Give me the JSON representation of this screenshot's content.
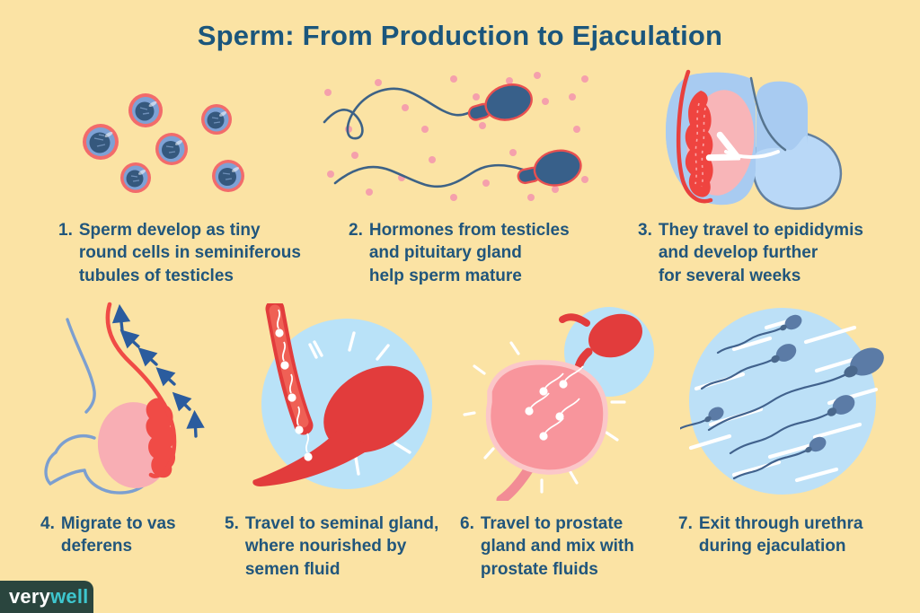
{
  "page": {
    "title": "Sperm: From Production to Ejaculation",
    "background_color": "#FBE3A4",
    "heading_color": "#1B567C"
  },
  "steps": [
    {
      "number": "1.",
      "text": "Sperm develop as tiny\nround cells in seminiferous\ntubules of testicles",
      "illustration": "round-cells-in-seminiferous-tubules"
    },
    {
      "number": "2.",
      "text": "Hormones from testicles\nand pituitary gland\nhelp sperm mature",
      "illustration": "sperm-with-hormone-dots"
    },
    {
      "number": "3.",
      "text": "They travel to epididymis\nand develop further\nfor several weeks",
      "illustration": "testicle-with-epididymis"
    },
    {
      "number": "4.",
      "text": "Migrate to vas\ndeferens",
      "illustration": "vas-deferens-migration"
    },
    {
      "number": "5.",
      "text": "Travel to seminal gland,\nwhere nourished by\nsemen fluid",
      "illustration": "seminal-gland"
    },
    {
      "number": "6.",
      "text": "Travel to prostate\ngland and mix with\nprostate fluids",
      "illustration": "prostate-gland"
    },
    {
      "number": "7.",
      "text": "Exit through urethra\nduring ejaculation",
      "illustration": "sperm-stream-ejaculation"
    }
  ],
  "logo": {
    "prefix": "very",
    "suffix": "well"
  },
  "colors": {
    "red": "#E8403E",
    "salmon_ring": "#F26B6B",
    "pink": "#F8AEB4",
    "hormone_dot_pink": "#F5A0AC",
    "light_blue_circle": "#B9E2F8",
    "body_blue": "#A8CBF1",
    "cell_blue": "#7DA1D5",
    "nucleus_navy": "#35587D",
    "sperm_navy": "#38608A",
    "arrow_blue": "#2B5C9E",
    "logo_bg": "#2A453E",
    "logo_teal": "#3EC6CE"
  }
}
